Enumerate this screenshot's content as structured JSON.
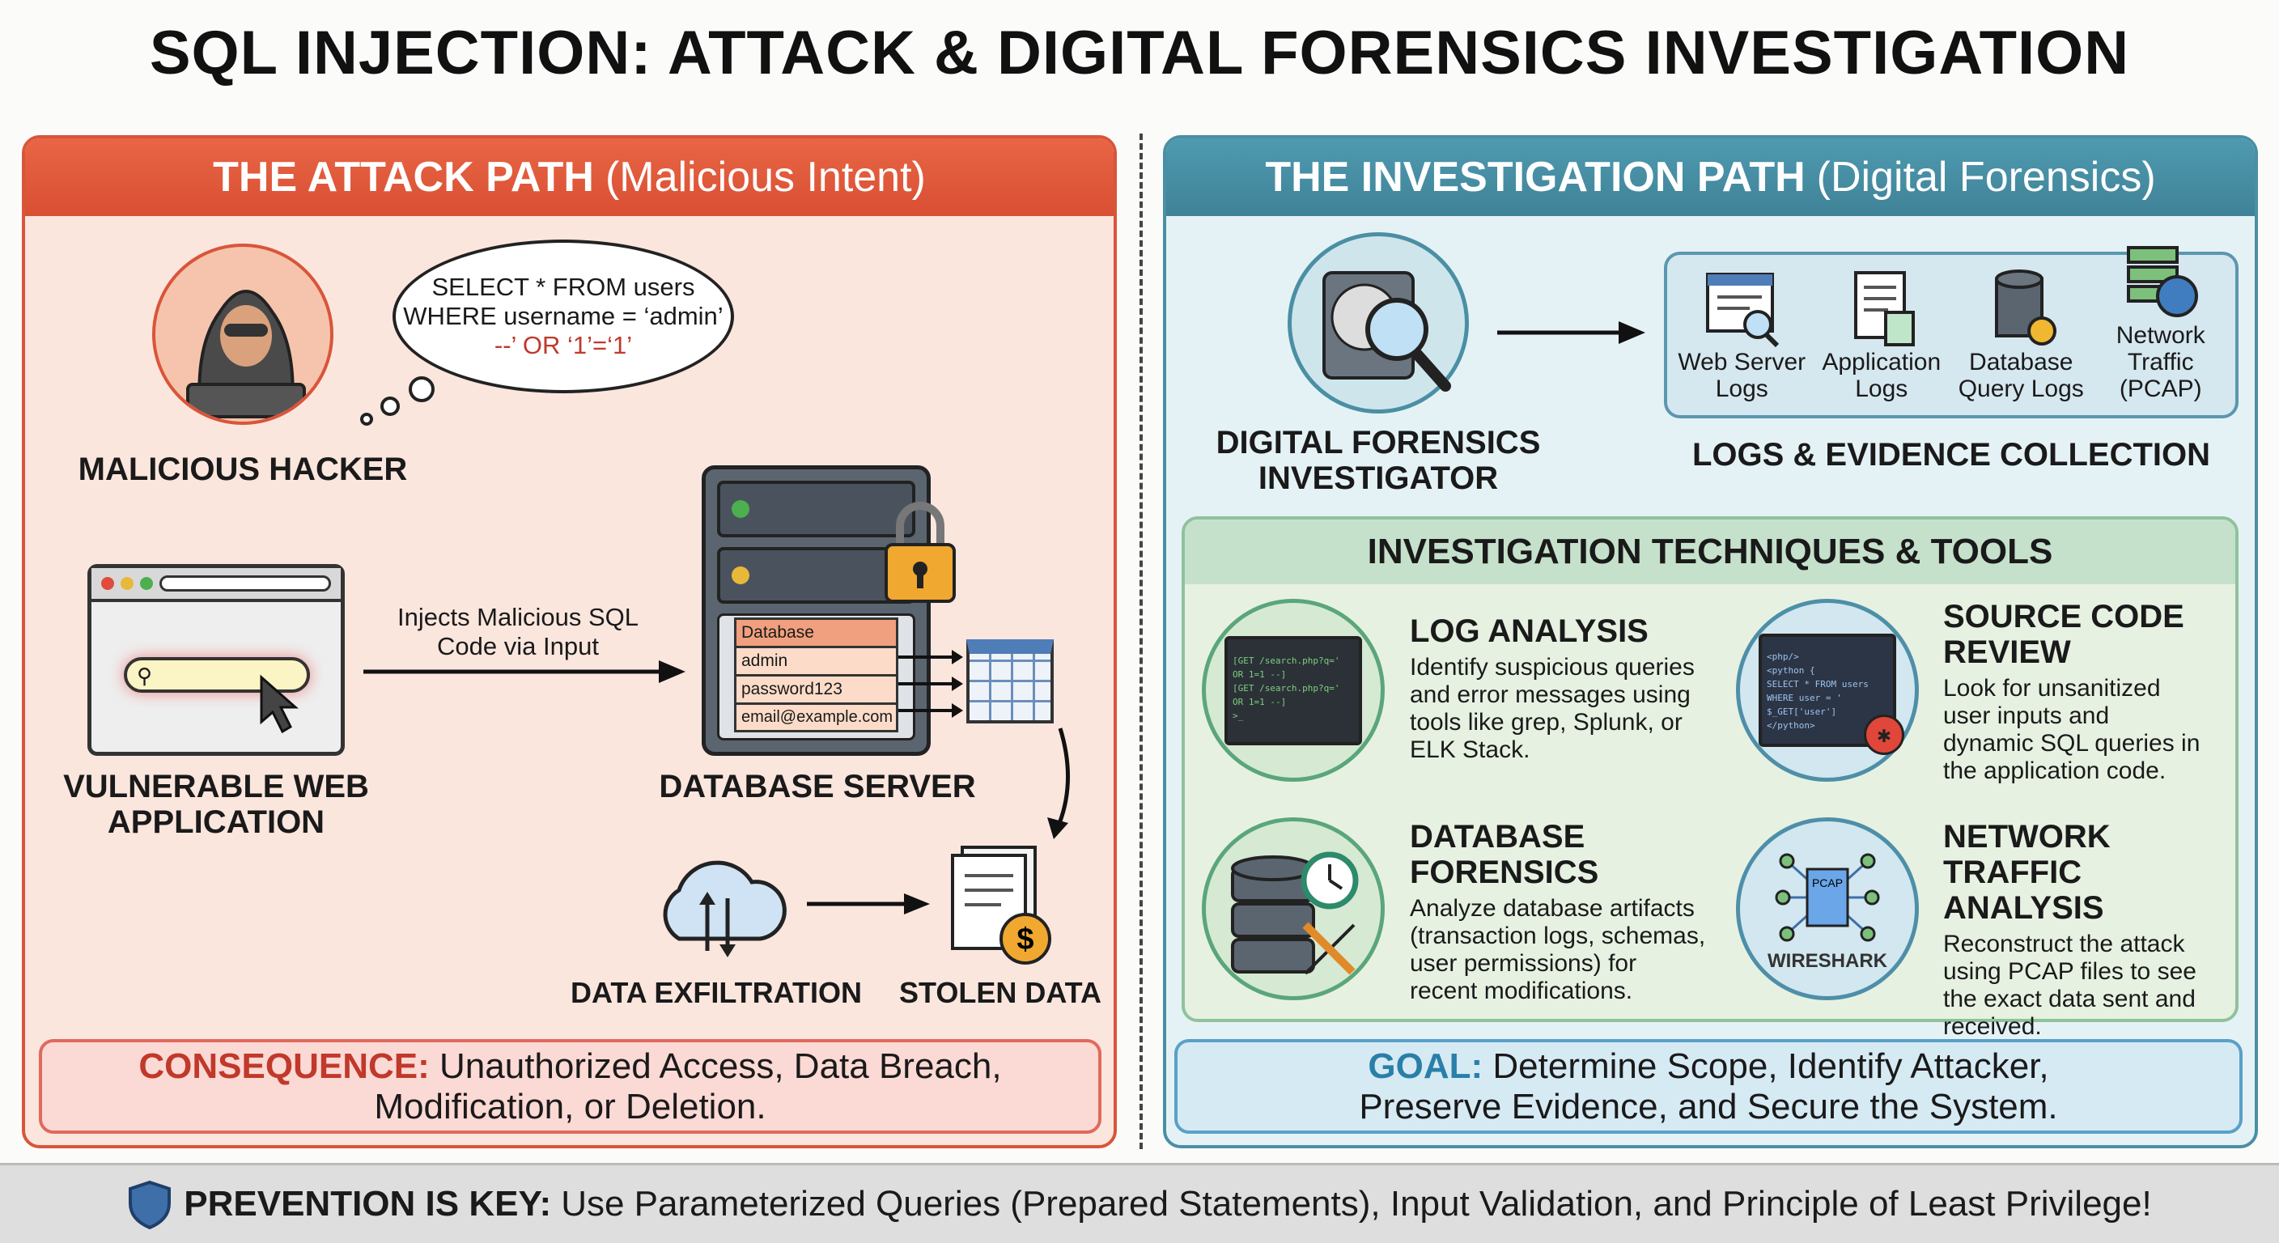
{
  "title": "SQL INJECTION: ATTACK & DIGITAL FORENSICS INVESTIGATION",
  "attack": {
    "header_bold": "THE ATTACK PATH",
    "header_sub": "(Malicious Intent)",
    "hacker_label": "MALICIOUS HACKER",
    "thought": {
      "line1": "SELECT * FROM users",
      "line2": "WHERE username = ‘admin’",
      "line3": "--’ OR ‘1’=‘1’"
    },
    "webapp_label_1": "VULNERABLE WEB",
    "webapp_label_2": "APPLICATION",
    "inject_label_1": "Injects Malicious SQL",
    "inject_label_2": "Code via Input",
    "db_rows": [
      "Database",
      "admin",
      "password123",
      "email@example.com"
    ],
    "server_label": "DATABASE SERVER",
    "exfil_label": "DATA EXFILTRATION",
    "stolen_label": "STOLEN DATA",
    "consequence_key": "CONSEQUENCE:",
    "consequence_line1": "Unauthorized Access, Data Breach,",
    "consequence_line2": "Modification, or Deletion."
  },
  "investigation": {
    "header_bold": "THE INVESTIGATION PATH",
    "header_sub": "(Digital Forensics)",
    "investigator_1": "DIGITAL FORENSICS",
    "investigator_2": "INVESTIGATOR",
    "logs": [
      {
        "l1": "Web Server",
        "l2": "Logs",
        "icon": "web-log-icon"
      },
      {
        "l1": "Application",
        "l2": "Logs",
        "icon": "document-icon"
      },
      {
        "l1": "Database",
        "l2": "Query Logs",
        "icon": "database-icon"
      },
      {
        "l1": "Network",
        "l2": "Traffic (PCAP)",
        "icon": "network-icon"
      }
    ],
    "logs_label": "LOGS & EVIDENCE COLLECTION",
    "techniques_title": "INVESTIGATION TECHNIQUES & TOOLS",
    "techniques": [
      {
        "t1": "LOG ANALYSIS",
        "t2": "",
        "desc": [
          "Identify suspicious queries",
          "and error messages using",
          "tools like grep, Splunk, or",
          "ELK Stack."
        ]
      },
      {
        "t1": "SOURCE CODE",
        "t2": "REVIEW",
        "desc": [
          "Look for unsanitized",
          "user inputs and",
          "dynamic SQL queries in",
          "the application code."
        ]
      },
      {
        "t1": "DATABASE",
        "t2": "FORENSICS",
        "desc": [
          "Analyze database artifacts",
          "(transaction logs, schemas,",
          "user permissions) for",
          "recent modifications."
        ]
      },
      {
        "t1": "NETWORK TRAFFIC",
        "t2": "ANALYSIS",
        "desc": [
          "Reconstruct the attack",
          "using PCAP files to see",
          "the exact data sent and",
          "received."
        ]
      }
    ],
    "log_term": [
      "[GET /search.php?q='",
      "OR 1=1 --]",
      "[GET /search.php?q='",
      "OR 1=1 --]",
      ">_"
    ],
    "code_term": [
      "<php/>",
      "<python {",
      "SELECT * FROM users",
      "WHERE user = '",
      "$_GET['user']",
      "</python>"
    ],
    "pcap_label": "PCAP",
    "wireshark_label": "WIRESHARK",
    "goal_key": "GOAL:",
    "goal_line1": "Determine Scope, Identify Attacker,",
    "goal_line2": "Preserve Evidence, and Secure the System."
  },
  "prevention": {
    "key": "PREVENTION IS KEY:",
    "text": "Use Parameterized Queries (Prepared Statements), Input Validation, and Principle of Least Privilege!"
  },
  "colors": {
    "attack": "#d9553a",
    "investigation": "#4a8fa4",
    "consequence": "#c0392b",
    "goal": "#2a7fa8"
  }
}
